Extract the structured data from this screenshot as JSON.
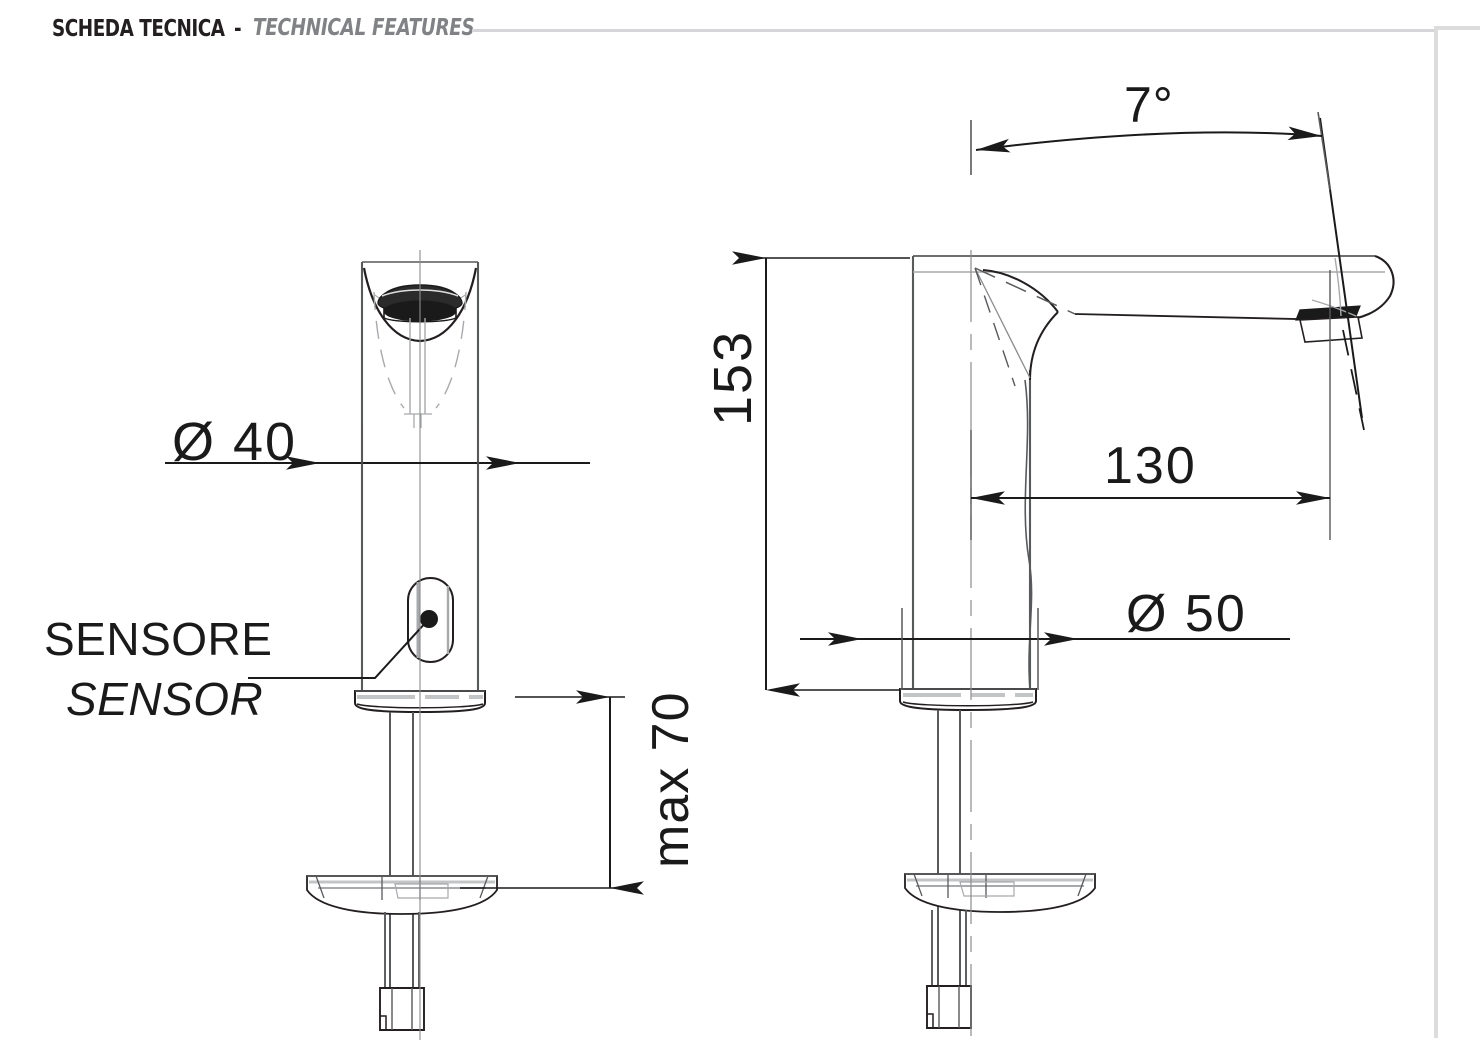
{
  "header": {
    "title_it": "SCHEDA TECNICA",
    "separator": "-",
    "title_en": "TECHNICAL FEATURES"
  },
  "drawing": {
    "type": "technical-dimension-drawing",
    "subject": "electronic sensor basin tap",
    "views": [
      {
        "name": "front-view",
        "position": "left"
      },
      {
        "name": "side-view",
        "position": "right"
      }
    ],
    "units": "mm",
    "annotations": {
      "sensor_it": "SENSORE",
      "sensor_en": "SENSOR"
    },
    "dimensions": {
      "diameter_body": "Ø 40",
      "diameter_base": "Ø 50",
      "height": "153",
      "spout_reach": "130",
      "max_thickness": "max 70",
      "outlet_angle": "7°"
    }
  },
  "colors": {
    "ink": "#1a1a1a",
    "line": "#58595b",
    "light_line": "#a7a9ac",
    "accent_gray": "#808285",
    "rule": "#d6d6d8"
  }
}
